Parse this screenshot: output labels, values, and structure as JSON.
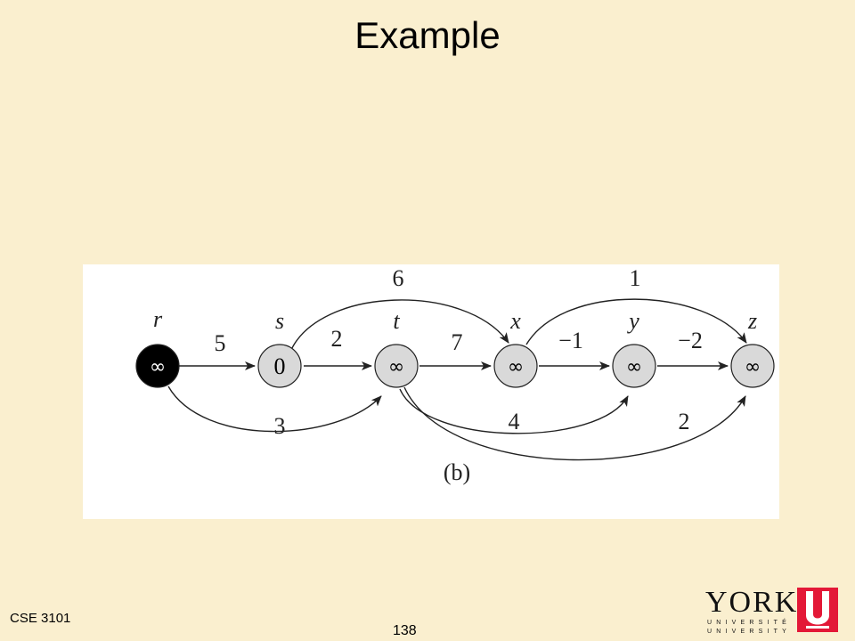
{
  "slide": {
    "title": "Example",
    "course": "CSE 3101",
    "page_number": "138"
  },
  "diagram": {
    "caption": "(b)",
    "nodes": [
      {
        "id": "r",
        "label": "r",
        "value": "∞",
        "fill": "#000000",
        "text_color": "#ffffff"
      },
      {
        "id": "s",
        "label": "s",
        "value": "0",
        "fill": "#d9d9d9",
        "text_color": "#000000"
      },
      {
        "id": "t",
        "label": "t",
        "value": "∞",
        "fill": "#d9d9d9",
        "text_color": "#000000"
      },
      {
        "id": "x",
        "label": "x",
        "value": "∞",
        "fill": "#d9d9d9",
        "text_color": "#000000"
      },
      {
        "id": "y",
        "label": "y",
        "value": "∞",
        "fill": "#d9d9d9",
        "text_color": "#000000"
      },
      {
        "id": "z",
        "label": "z",
        "value": "∞",
        "fill": "#d9d9d9",
        "text_color": "#000000"
      }
    ],
    "edges": [
      {
        "from": "r",
        "to": "s",
        "weight": "5"
      },
      {
        "from": "r",
        "to": "t",
        "weight": "3"
      },
      {
        "from": "s",
        "to": "t",
        "weight": "2"
      },
      {
        "from": "s",
        "to": "x",
        "weight": "6"
      },
      {
        "from": "t",
        "to": "x",
        "weight": "7"
      },
      {
        "from": "t",
        "to": "y",
        "weight": "4"
      },
      {
        "from": "t",
        "to": "z",
        "weight": "2"
      },
      {
        "from": "x",
        "to": "y",
        "weight": "−1"
      },
      {
        "from": "x",
        "to": "z",
        "weight": "1"
      },
      {
        "from": "y",
        "to": "z",
        "weight": "−2"
      }
    ]
  },
  "logo": {
    "name": "YORK",
    "line1": "UNIVERSITÉ",
    "line2": "UNIVERSITY",
    "accent": "#e31837"
  }
}
